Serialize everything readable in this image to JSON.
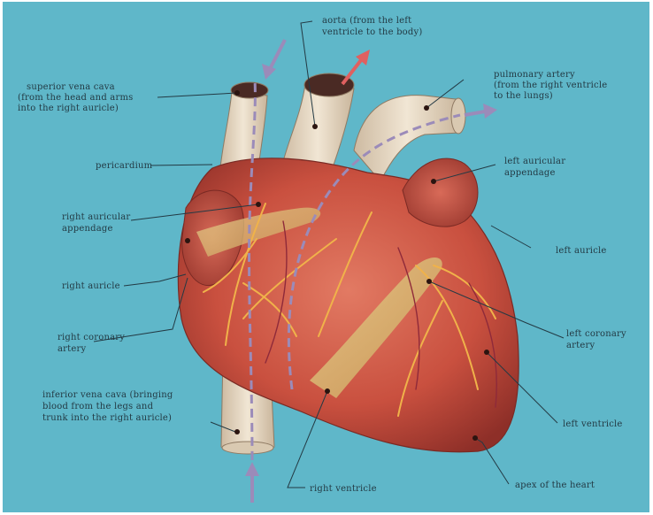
{
  "colors": {
    "background": "#5fb7c9",
    "heart": "#cf5b4a",
    "vessel": "#e9dcc9",
    "arrow_oxygenated": "#e06060",
    "arrow_deoxygenated": "#9b8bb9",
    "line": "#233a44"
  },
  "labels": {
    "aorta": [
      "aorta (from the left",
      "ventricle to the body)"
    ],
    "pulmonary_artery": [
      "pulmonary artery",
      "(from the right ventricle",
      "to the lungs)"
    ],
    "superior_vena_cava": [
      "superior vena cava",
      "(from the head and arms",
      "into the right auricle)"
    ],
    "pericardium": [
      "pericardium"
    ],
    "left_auricular_appendage": [
      "left auricular",
      "appendage"
    ],
    "right_auricular_appendage": [
      "right auricular",
      "appendage"
    ],
    "left_auricle": [
      "left auricle"
    ],
    "right_auricle": [
      "right auricle"
    ],
    "right_coronary_artery": [
      "right coronary",
      "artery"
    ],
    "left_coronary_artery": [
      "left coronary",
      "artery"
    ],
    "inferior_vena_cava": [
      "inferior vena cava (bringing",
      "blood from the legs and",
      "trunk into the right auricle)"
    ],
    "left_ventricle": [
      "left ventricle"
    ],
    "right_ventricle": [
      "right ventricle"
    ],
    "apex": [
      "apex of the heart"
    ]
  }
}
